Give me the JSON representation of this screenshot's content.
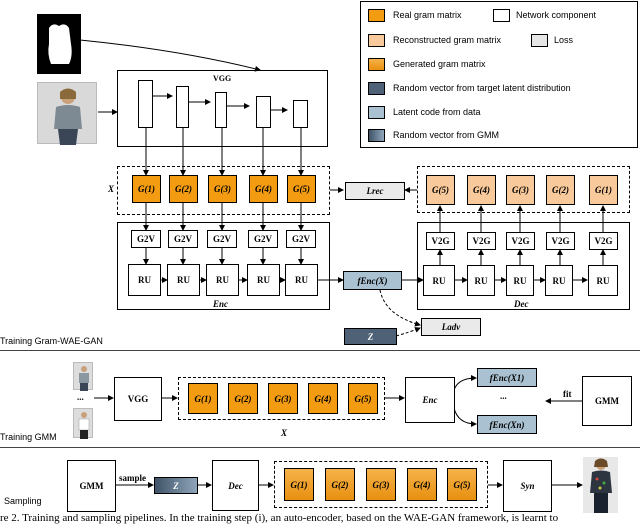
{
  "legend": {
    "real": "Real gram matrix",
    "network": "Network component",
    "reconstructed": "Reconstructed gram matrix",
    "loss": "Loss",
    "generated": "Generated gram matrix",
    "random_target": "Random vector from target latent distribution",
    "latent": "Latent code from data",
    "random_gmm": "Random vector from GMM",
    "colors": {
      "real": "#f39c12",
      "reconstructed": "#f8c99b",
      "generated": "#eea22c",
      "random": "#4f6176",
      "latent": "#a9c1d1"
    }
  },
  "training": {
    "vgg": "VGG",
    "x_label": "X",
    "grams": [
      "G(1)",
      "G(2)",
      "G(3)",
      "G(4)",
      "G(5)"
    ],
    "g2v": "G2V",
    "ru": "RU",
    "enc": "Enc",
    "dec": "Dec",
    "v2g": "V2G",
    "rec_grams": [
      "G(5)",
      "G(4)",
      "G(3)",
      "G(2)",
      "G(1)"
    ],
    "lrec": "Lrec",
    "ladv": "Ladv",
    "fenc": "fEnc(X)",
    "z": "Z",
    "section": "Training Gram-WAE-GAN"
  },
  "gmm_section": {
    "dots": "...",
    "vgg": "VGG",
    "grams": [
      "G(1)",
      "G(2)",
      "G(3)",
      "G(4)",
      "G(5)"
    ],
    "x_label": "X",
    "enc": "Enc",
    "f1": "fEnc(X1)",
    "fdots": "...",
    "fn": "fEnc(Xn)",
    "fit": "fit",
    "gmm": "GMM",
    "section": "Training GMM"
  },
  "sampling": {
    "gmm": "GMM",
    "sample": "sample",
    "z": "Z",
    "dec": "Dec",
    "grams": [
      "G(1)",
      "G(2)",
      "G(3)",
      "G(4)",
      "G(5)"
    ],
    "syn": "Syn",
    "section": "Sampling"
  },
  "caption": "re 2. Training and sampling pipelines. In the training step (i), an auto-encoder, based on the WAE-GAN framework, is learnt to"
}
